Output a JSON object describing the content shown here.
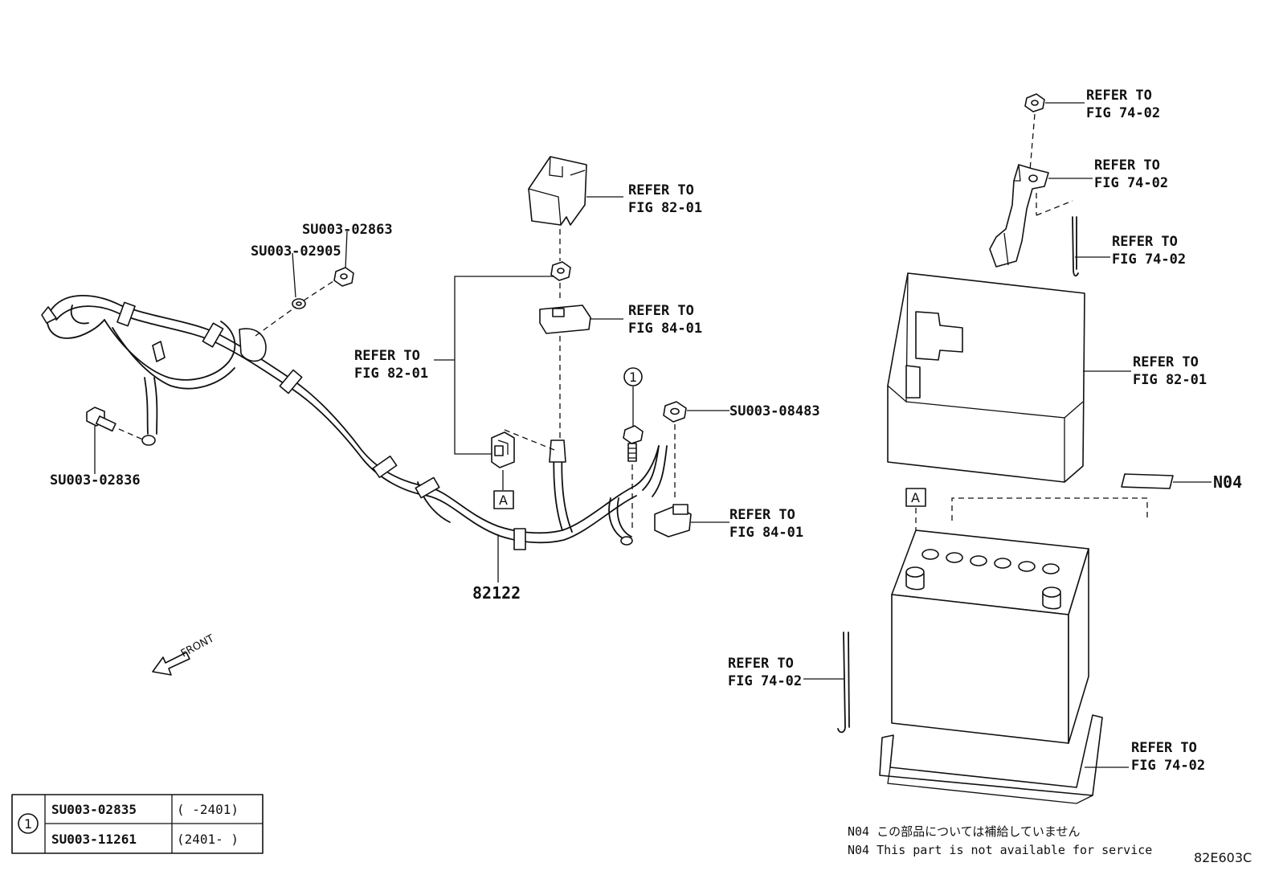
{
  "callouts": {
    "su_02863": "SU003-02863",
    "su_02905": "SU003-02905",
    "su_02836": "SU003-02836",
    "su_08483": "SU003-08483",
    "part_82122": "82122",
    "n04": "N04",
    "ref_top_cover": [
      "REFER TO",
      "FIG 82-01"
    ],
    "ref_fuse_block": [
      "REFER TO",
      "FIG 84-01"
    ],
    "ref_clamp": [
      "REFER TO",
      "FIG 82-01"
    ],
    "ref_sensor": [
      "REFER TO",
      "FIG 84-01"
    ],
    "ref_hold_nut": [
      "REFER TO",
      "FIG 74-02"
    ],
    "ref_hold_clamp": [
      "REFER TO",
      "FIG 74-02"
    ],
    "ref_hold_rod_top": [
      "REFER TO",
      "FIG 74-02"
    ],
    "ref_battery_cover": [
      "REFER TO",
      "FIG 82-01"
    ],
    "ref_hold_rod_side": [
      "REFER TO",
      "FIG 74-02"
    ],
    "ref_tray": [
      "REFER TO",
      "FIG 74-02"
    ]
  },
  "markers": {
    "ref_a_left": "A",
    "ref_a_right": "A",
    "circle_one": "1"
  },
  "front_label": "FRONT",
  "table": {
    "symbol": "1",
    "rows": [
      {
        "part": "SU003-02835",
        "range": "(    -2401)"
      },
      {
        "part": "SU003-11261",
        "range": "(2401-    )"
      }
    ]
  },
  "notes": {
    "jp": "N04 この部品については補給していません",
    "en": "N04 This part is not available for service"
  },
  "figure_id": "82E603C"
}
